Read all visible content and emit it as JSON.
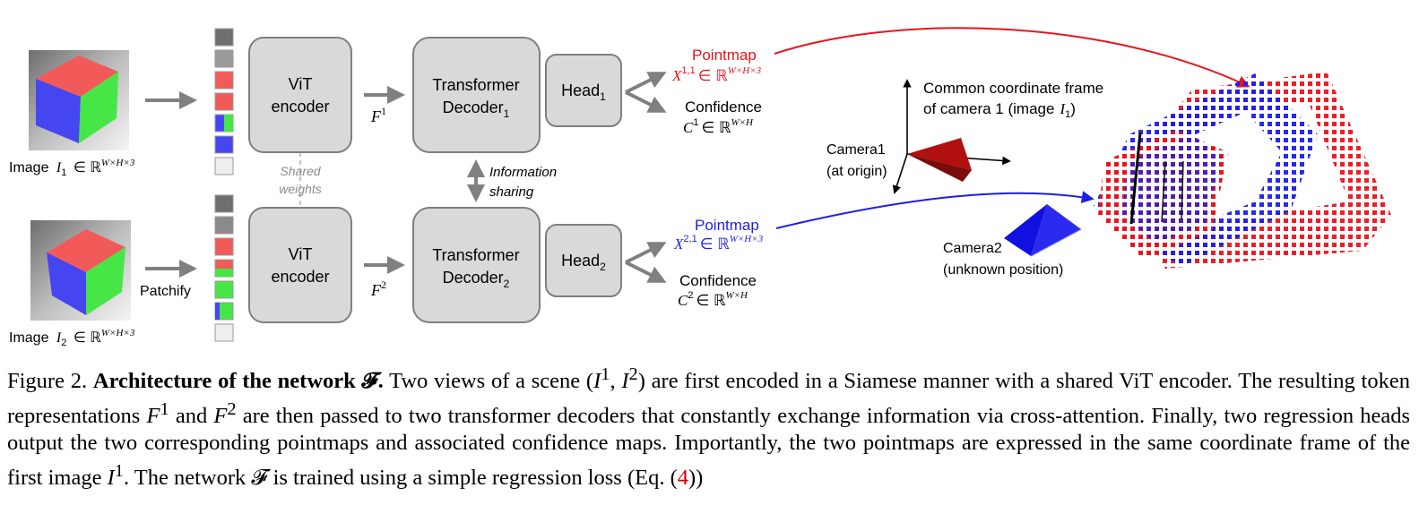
{
  "inputs": {
    "image1_label": "Image I₁ ∈ ℝ^{W×H×3}",
    "image1_prefix": "Image",
    "image1_sym": "I",
    "image1_sub": "1",
    "image2_prefix": "Image",
    "image2_sym": "I",
    "image2_sub": "2",
    "space": "∈ ℝ",
    "space_sup": "W×H×3",
    "patchify": "Patchify"
  },
  "encoders": {
    "vit1_line1": "ViT",
    "vit1_line2": "encoder",
    "vit2_line1": "ViT",
    "vit2_line2": "encoder",
    "shared_line1": "Shared",
    "shared_line2": "weights",
    "feat1": "F",
    "feat1_sup": "1",
    "feat2": "F",
    "feat2_sup": "2"
  },
  "decoders": {
    "dec1_line1": "Transformer",
    "dec1_line2": "Decoder",
    "dec1_sub": "1",
    "dec2_line1": "Transformer",
    "dec2_line2": "Decoder",
    "dec2_sub": "2",
    "info_line1": "Information",
    "info_line2": "sharing"
  },
  "heads": {
    "head1": "Head",
    "head1_sub": "1",
    "head2": "Head",
    "head2_sub": "2"
  },
  "outputs": {
    "pointmap1": "Pointmap",
    "x11": "X",
    "x11_sup": "1,1",
    "x11_space": "∈ ℝ",
    "x11_space_sup": "W×H×3",
    "conf1": "Confidence",
    "c1": "C",
    "c1_sup": "1",
    "c1_space": "∈ ℝ",
    "c1_space_sup": "W×H",
    "pointmap2": "Pointmap",
    "x21": "X",
    "x21_sup": "2,1",
    "x21_space": "∈ ℝ",
    "x21_space_sup": "W×H×3",
    "conf2": "Confidence",
    "c2": "C",
    "c2_sup": "2",
    "c2_space": "∈ ℝ",
    "c2_space_sup": "W×H"
  },
  "scene": {
    "frame_line1": "Common coordinate frame",
    "frame_line2": "of camera 1 (image",
    "frame_sym": "I",
    "frame_sub": "1",
    "frame_close": ")",
    "cam1_line1": "Camera1",
    "cam1_line2": "(at origin)",
    "cam2_line1": "Camera2",
    "cam2_line2": "(unknown position)"
  },
  "caption": {
    "fig": "Figure 2.",
    "title": "Architecture of the network 𝓕.",
    "s1a": "Two views of a scene (",
    "s1_i1": "I",
    "s1_i1_sup": "1",
    "s1_comma": ", ",
    "s1_i2": "I",
    "s1_i2_sup": "2",
    "s1b": ") are first encoded in a Siamese manner with a shared ViT encoder. The resulting token representations",
    "s2_f1": "F",
    "s2_f1_sup": "1",
    "s2_and": "and",
    "s2_f2": "F",
    "s2_f2_sup": "2",
    "s2b": "are then passed to two transformer decoders that constantly exchange information via cross-attention. Finally, two regression heads output the two corresponding pointmaps and associated confidence maps. Importantly, the two pointmaps are expressed in the same coordinate frame of the first image",
    "s3_i1": "I",
    "s3_i1_sup": "1",
    "s3b": ". The network 𝓕 is trained using a simple regression loss (Eq. (",
    "ref": "4",
    "s3c": "))"
  },
  "colors": {
    "red": "#e8141e",
    "blue": "#1e1ee6",
    "box_fill": "#d9d9d9",
    "box_stroke": "#7f7f7f",
    "arrow": "#808080",
    "cube_red": "#f25a5a",
    "cube_green": "#46e646",
    "cube_blue": "#4646f0",
    "cam1": "#b01010",
    "cam2": "#1010e0"
  }
}
